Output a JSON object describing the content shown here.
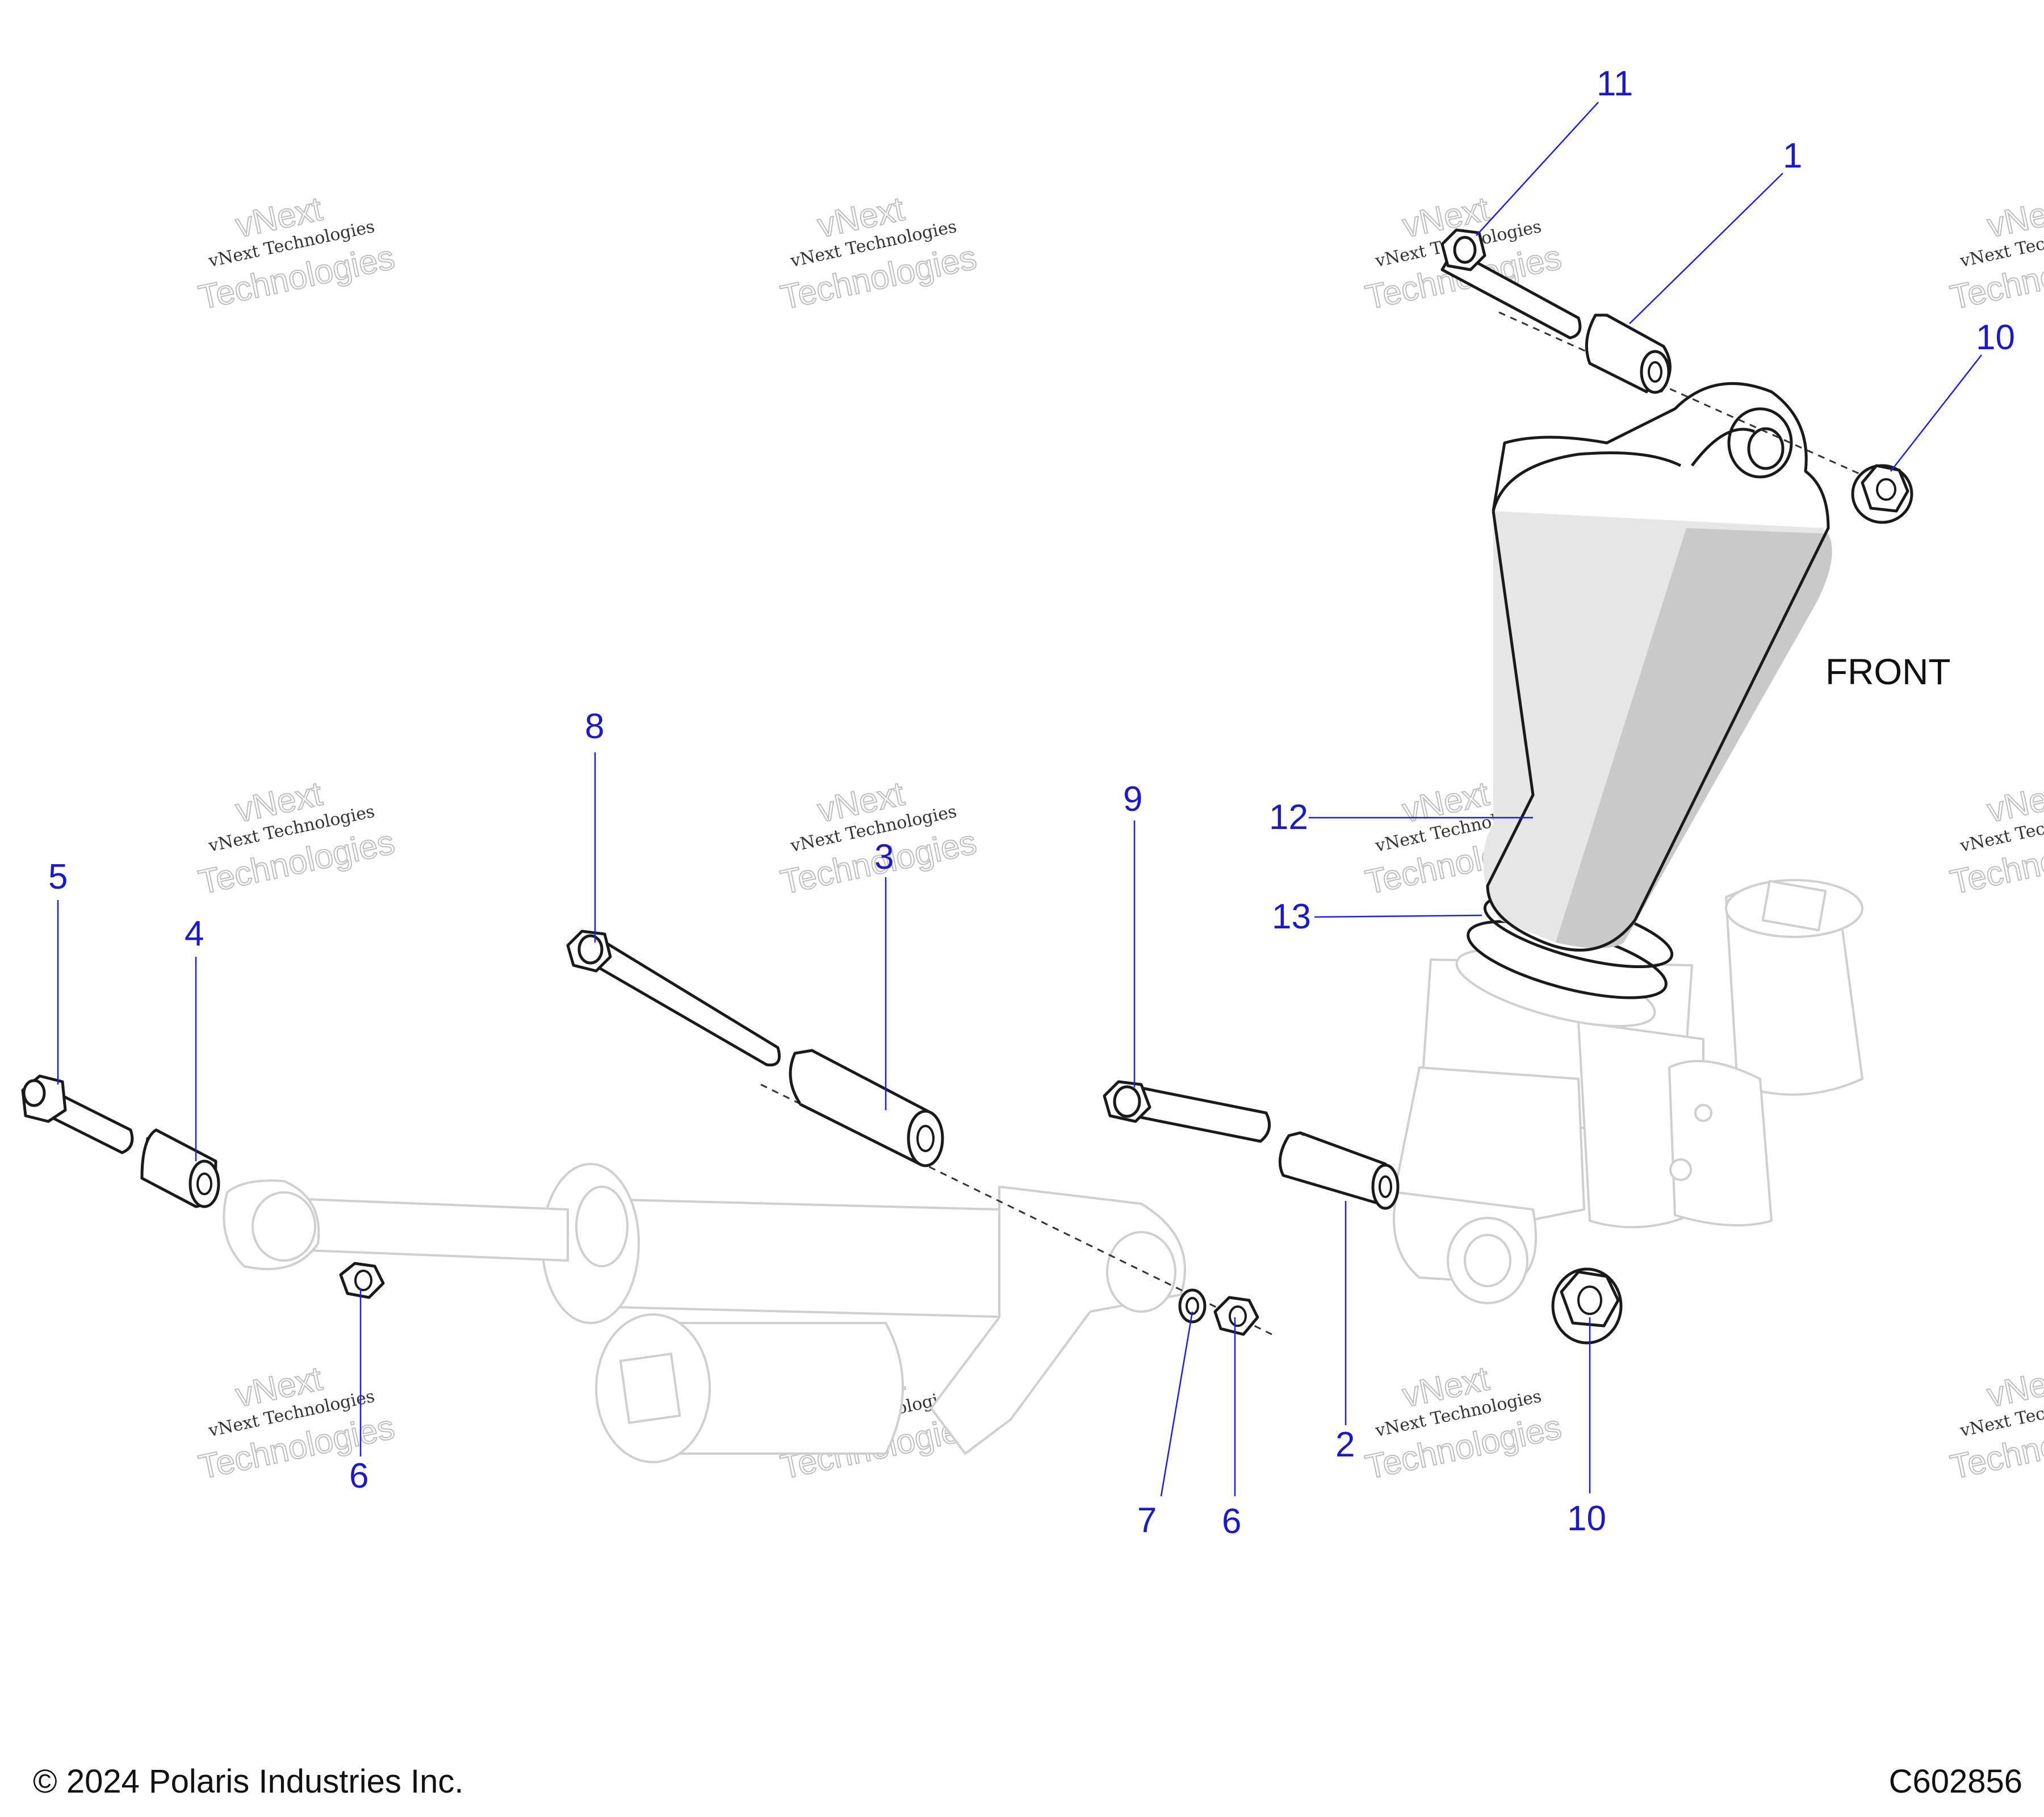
{
  "colors": {
    "callout": "#1a1acc",
    "leader": "#1a1aff",
    "line_art": "#1a1a1a",
    "ghost_line_art": "#cfcfcf",
    "shock_body_shading": "#d9d9d9"
  },
  "callouts": {
    "c1": "1",
    "c2": "2",
    "c3": "3",
    "c4": "4",
    "c5": "5",
    "c6a": "6",
    "c6b": "6",
    "c7": "7",
    "c8": "8",
    "c9": "9",
    "c10a": "10",
    "c10b": "10",
    "c11": "11",
    "c12": "12",
    "c13": "13"
  },
  "front_label": "FRONT",
  "watermark": {
    "company": "vNext Technologies",
    "word1": "vNext",
    "word2": "Technologies"
  },
  "footer": {
    "copyright": "© 2024 Polaris Industries Inc.",
    "drawing_number": "C602856"
  }
}
